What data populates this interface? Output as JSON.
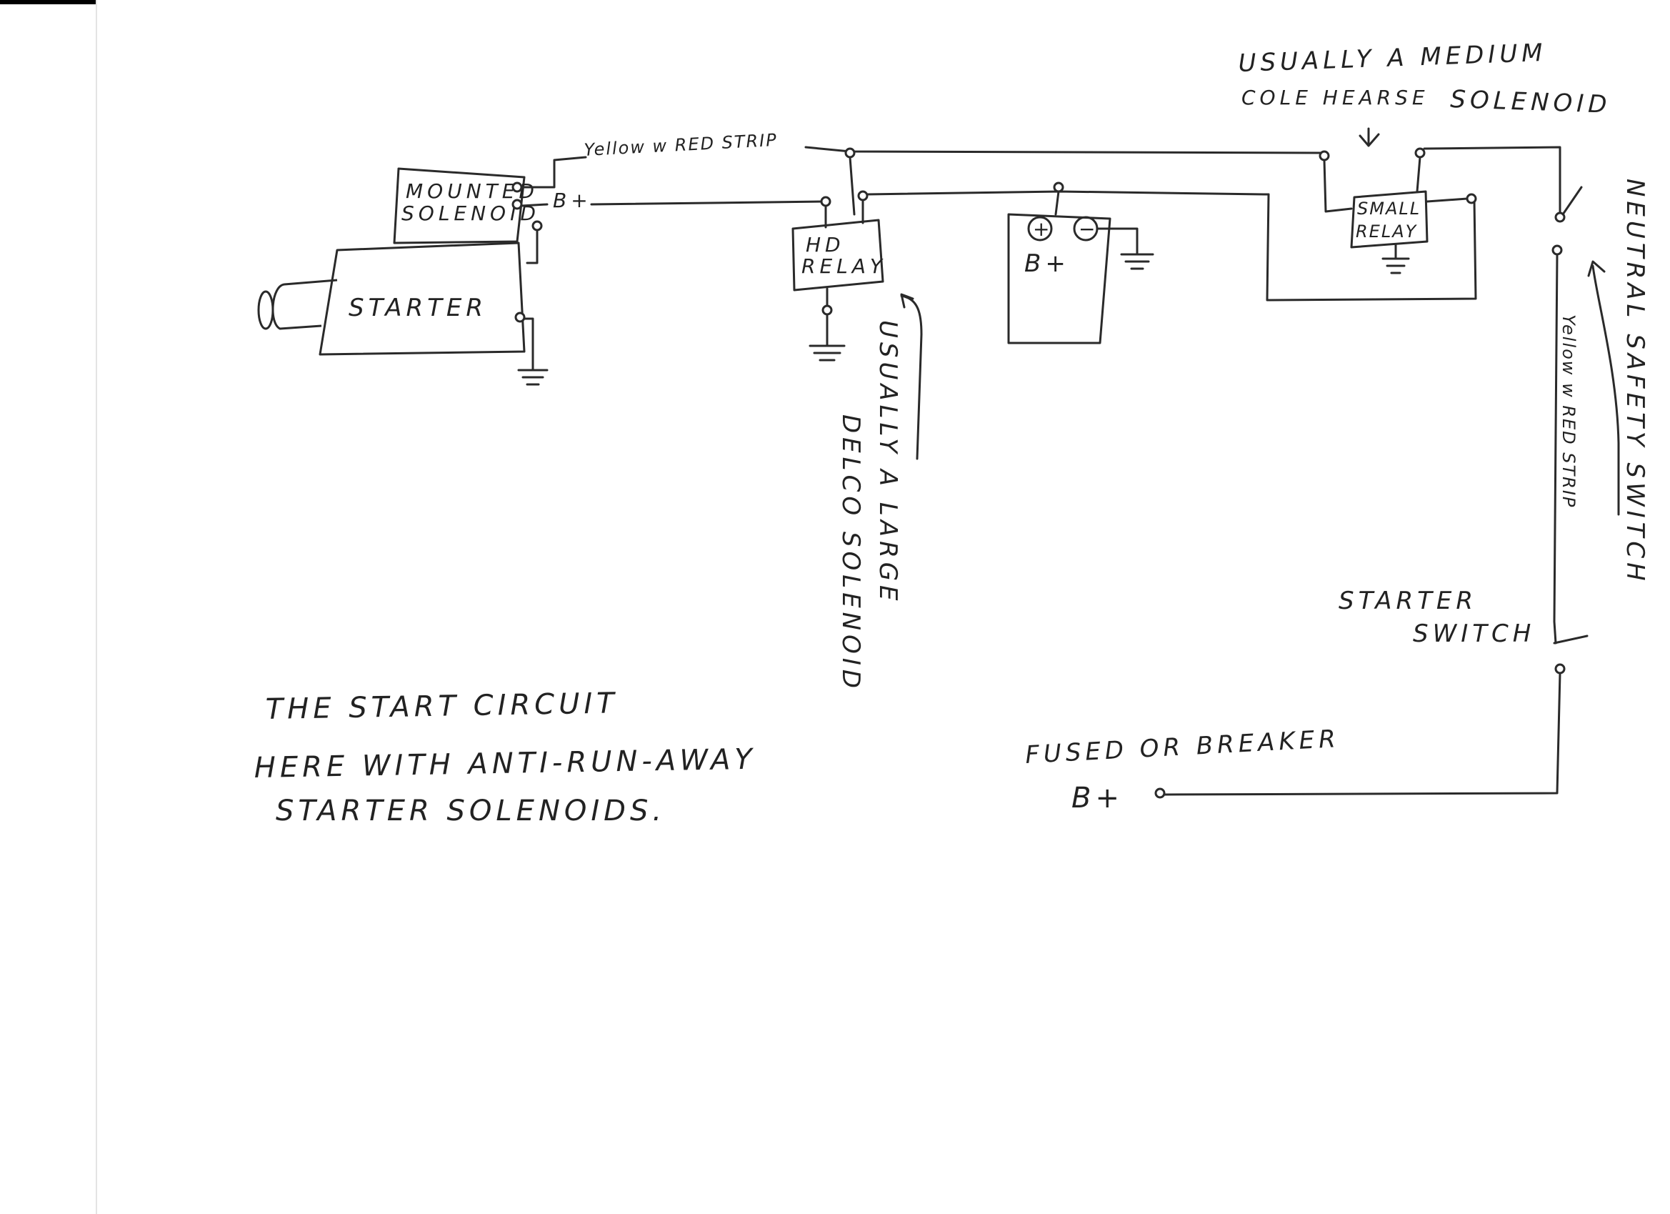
{
  "colors": {
    "ink": "#2a2a2a",
    "paper": "#ffffff",
    "scan_edge": "#000000"
  },
  "labels": {
    "mounted_solenoid_line1": "MOUNTED",
    "mounted_solenoid_line2": "SOLENOID",
    "starter": "STARTER",
    "bplus_starter_wire": "B+",
    "yellow_wire_top": "Yellow w RED STRIP",
    "hd_relay_line1": "HD",
    "hd_relay_line2": "RELAY",
    "battery_plus": "+",
    "battery_minus": "−",
    "battery_bplus": "B+",
    "small_relay_line1": "SMALL",
    "small_relay_line2": "RELAY",
    "medium_note_line1": "USUALLY A MEDIUM",
    "medium_note_line2": "COLE HEARSE",
    "medium_note_line3": "SOLENOID",
    "neutral_safety_switch": "NEUTRAL SAFETY SWITCH",
    "yellow_wire_side": "Yellow w RED STRIP",
    "large_note_line1": "USUALLY A LARGE",
    "large_note_line2": "DELCO SOLENOID",
    "starter_switch_line1": "STARTER",
    "starter_switch_line2": "SWITCH",
    "fused_line1": "FUSED OR BREAKER",
    "fused_line2": "B+",
    "caption_line1": "THE START CIRCUIT",
    "caption_line2": "HERE WITH ANTI-RUN-AWAY",
    "caption_line3": "STARTER SOLENOIDS."
  }
}
